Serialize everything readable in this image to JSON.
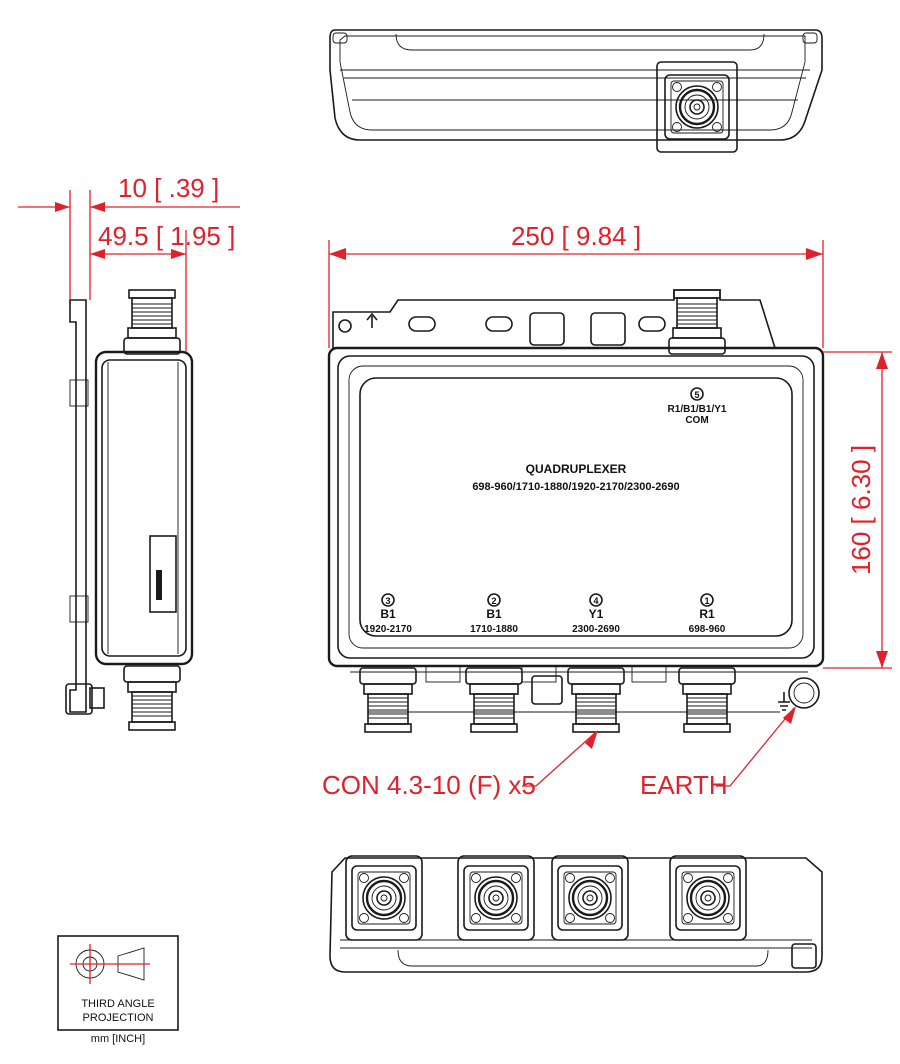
{
  "colors": {
    "dimension": "#e0202a",
    "outline": "#1a1a1a"
  },
  "dimensions": {
    "thickness": "10 [ .39 ]",
    "depth": "49.5 [ 1.95 ]",
    "width": "250 [ 9.84 ]",
    "height": "160 [ 6.30 ]"
  },
  "callouts": {
    "connectors": "CON 4.3-10 (F) x5",
    "earth": "EARTH"
  },
  "front_label": {
    "title": "QUADRUPLEXER",
    "bands": "698-960/1710-1880/1920-2170/2300-2690"
  },
  "ports": [
    {
      "number": "3",
      "name": "B1",
      "range": "1920-2170"
    },
    {
      "number": "2",
      "name": "B1",
      "range": "1710-1880"
    },
    {
      "number": "4",
      "name": "Y1",
      "range": "2300-2690"
    },
    {
      "number": "1",
      "name": "R1",
      "range": "698-960"
    }
  ],
  "com_port": {
    "number": "5",
    "name": "R1/B1/B1/Y1",
    "label": "COM"
  },
  "projection": {
    "line1": "THIRD ANGLE",
    "line2": "PROJECTION",
    "units": "mm [INCH]"
  },
  "icons": [
    "earth-symbol-icon",
    "up-arrow-icon",
    "third-angle-projection-icon"
  ]
}
